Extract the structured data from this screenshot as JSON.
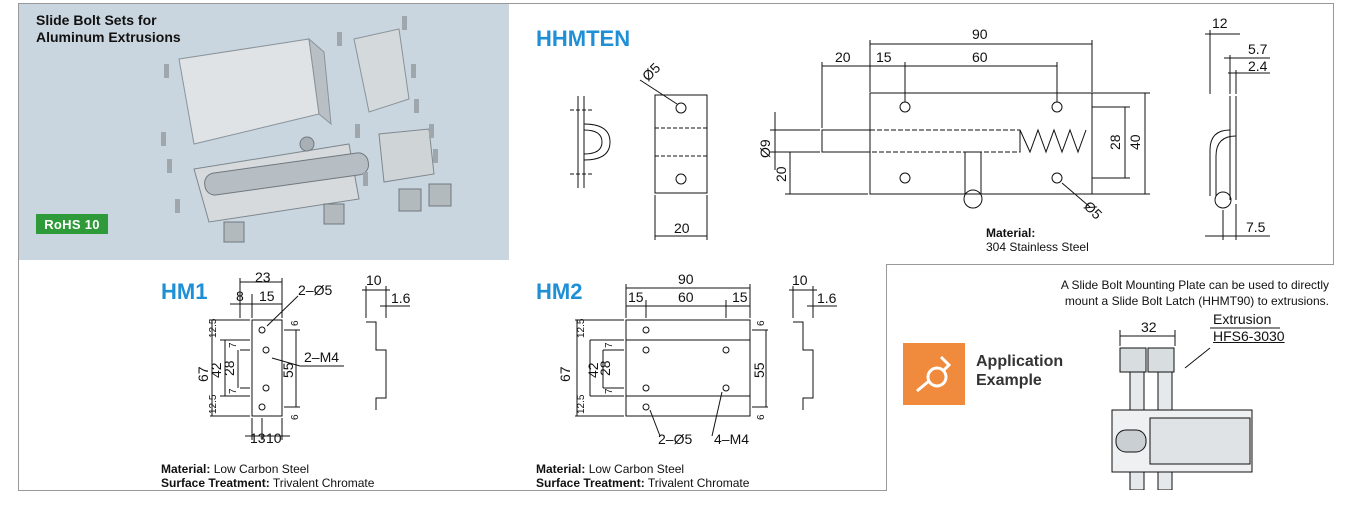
{
  "photo": {
    "title_line1": "Slide Bolt Sets for",
    "title_line2": "Aluminum Extrusions",
    "rohs_label": "RoHS 10"
  },
  "hhmten": {
    "code": "HHMTEN",
    "dims": {
      "d_hole_small": "Ø5",
      "width_20": "20",
      "total_90": "90",
      "offset_20": "20",
      "offset_15": "15",
      "span_60": "60",
      "dia_9": "Ø9",
      "height_20": "20",
      "height_28": "28",
      "height_40": "40",
      "hole_5": "Ø5",
      "side_12": "12",
      "side_5_7": "5.7",
      "side_2_4": "2.4",
      "side_7_5": "7.5"
    },
    "material_label": "Material:",
    "material_value": "304 Stainless Steel"
  },
  "hm1": {
    "code": "HM1",
    "dims": {
      "w23": "23",
      "w8": "8",
      "w15": "15",
      "hole": "2–Ø5",
      "tap": "2–M4",
      "h67": "67",
      "h42": "42",
      "h28": "28",
      "h55": "55",
      "h12_5a": "12.5",
      "h12_5b": "12.5",
      "h7a": "7",
      "h7b": "7",
      "h6a": "6",
      "h6b": "6",
      "b13": "13",
      "b10": "10",
      "side10": "10",
      "side1_6": "1.6"
    },
    "material_label": "Material:",
    "material_value": "Low Carbon Steel",
    "surface_label": "Surface Treatment:",
    "surface_value": "Trivalent Chromate"
  },
  "hm2": {
    "code": "HM2",
    "dims": {
      "w90": "90",
      "w15a": "15",
      "w60": "60",
      "w15b": "15",
      "h67": "67",
      "h42": "42",
      "h28": "28",
      "h55": "55",
      "h12_5a": "12.5",
      "h12_5b": "12.5",
      "h7a": "7",
      "h7b": "7",
      "h6a": "6",
      "h6b": "6",
      "hole": "2–Ø5",
      "tap": "4–M4",
      "side10": "10",
      "side1_6": "1.6"
    },
    "material_label": "Material:",
    "material_value": "Low Carbon Steel",
    "surface_label": "Surface Treatment:",
    "surface_value": "Trivalent Chromate"
  },
  "application": {
    "title_line1": "Application",
    "title_line2": "Example",
    "note_line1": "A Slide Bolt Mounting Plate can be used to directly",
    "note_line2": "mount a Slide Bolt Latch (HHMT90) to extrusions.",
    "dim32": "32",
    "extrusion_label": "Extrusion",
    "extrusion_part": "HFS6-3030"
  }
}
